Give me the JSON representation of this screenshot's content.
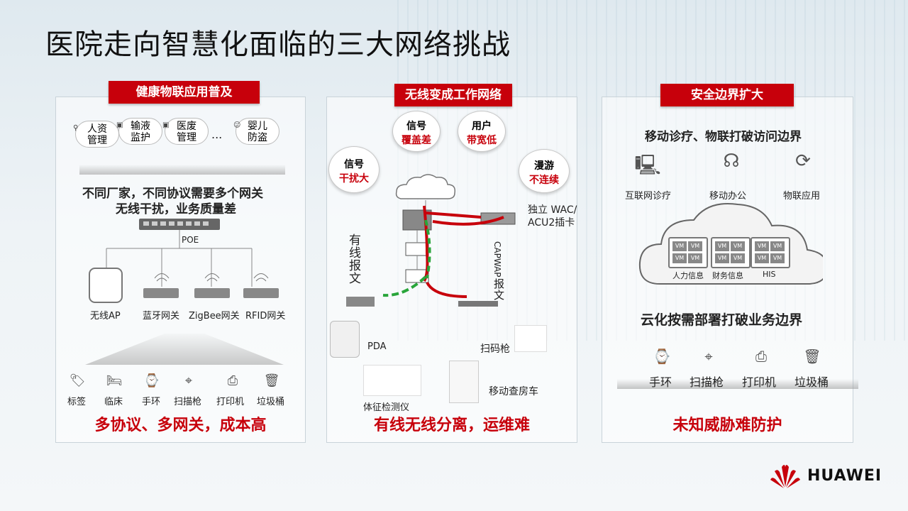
{
  "title": "医院走向智慧化面临的三大网络挑战",
  "panel1": {
    "header": "健康物联应用普及",
    "pills": [
      "人资\n管理",
      "输液\n监护",
      "医废\n管理",
      "婴儿\n防盗"
    ],
    "ellipsis": "...",
    "text_line1": "不同厂家，不同协议需要多个网关",
    "text_line2": "无线干扰，业务质量差",
    "poe": "POE",
    "devices": [
      "无线AP",
      "蓝牙网关",
      "ZigBee网关",
      "RFID网关"
    ],
    "terminals": [
      "标签",
      "临床",
      "手环",
      "扫描枪",
      "打印机",
      "垃圾桶"
    ],
    "bottom": "多协议、多网关，成本高"
  },
  "panel2": {
    "header": "无线变成工作网络",
    "bubbles": [
      {
        "top": "信号",
        "bottom": "干扰大"
      },
      {
        "top": "信号",
        "bottom": "覆盖差"
      },
      {
        "top": "用户",
        "bottom": "带宽低"
      },
      {
        "top": "漫游",
        "bottom": "不连续"
      }
    ],
    "wac": "独立 WAC/\nACU2插卡",
    "wired": "有\n线\n报\n文",
    "capwap": "CAPWAP",
    "capwap_msg": "报\n文",
    "devices": [
      "PDA",
      "扫码枪",
      "体征检测仪",
      "移动查房车"
    ],
    "bottom": "有线无线分离，运维难"
  },
  "panel3": {
    "header": "安全边界扩大",
    "subtitle1": "移动诊疗、物联打破访问边界",
    "apps": [
      "互联网诊疗",
      "移动办公",
      "物联应用"
    ],
    "vm": "VM",
    "cloud_groups": [
      "人力信息",
      "财务信息",
      "HIS"
    ],
    "subtitle2": "云化按需部署打破业务边界",
    "terminals": [
      "手环",
      "扫描枪",
      "打印机",
      "垃圾桶"
    ],
    "bottom": "未知威胁难防护"
  },
  "brand": "HUAWEI",
  "colors": {
    "accent": "#c7000b"
  }
}
